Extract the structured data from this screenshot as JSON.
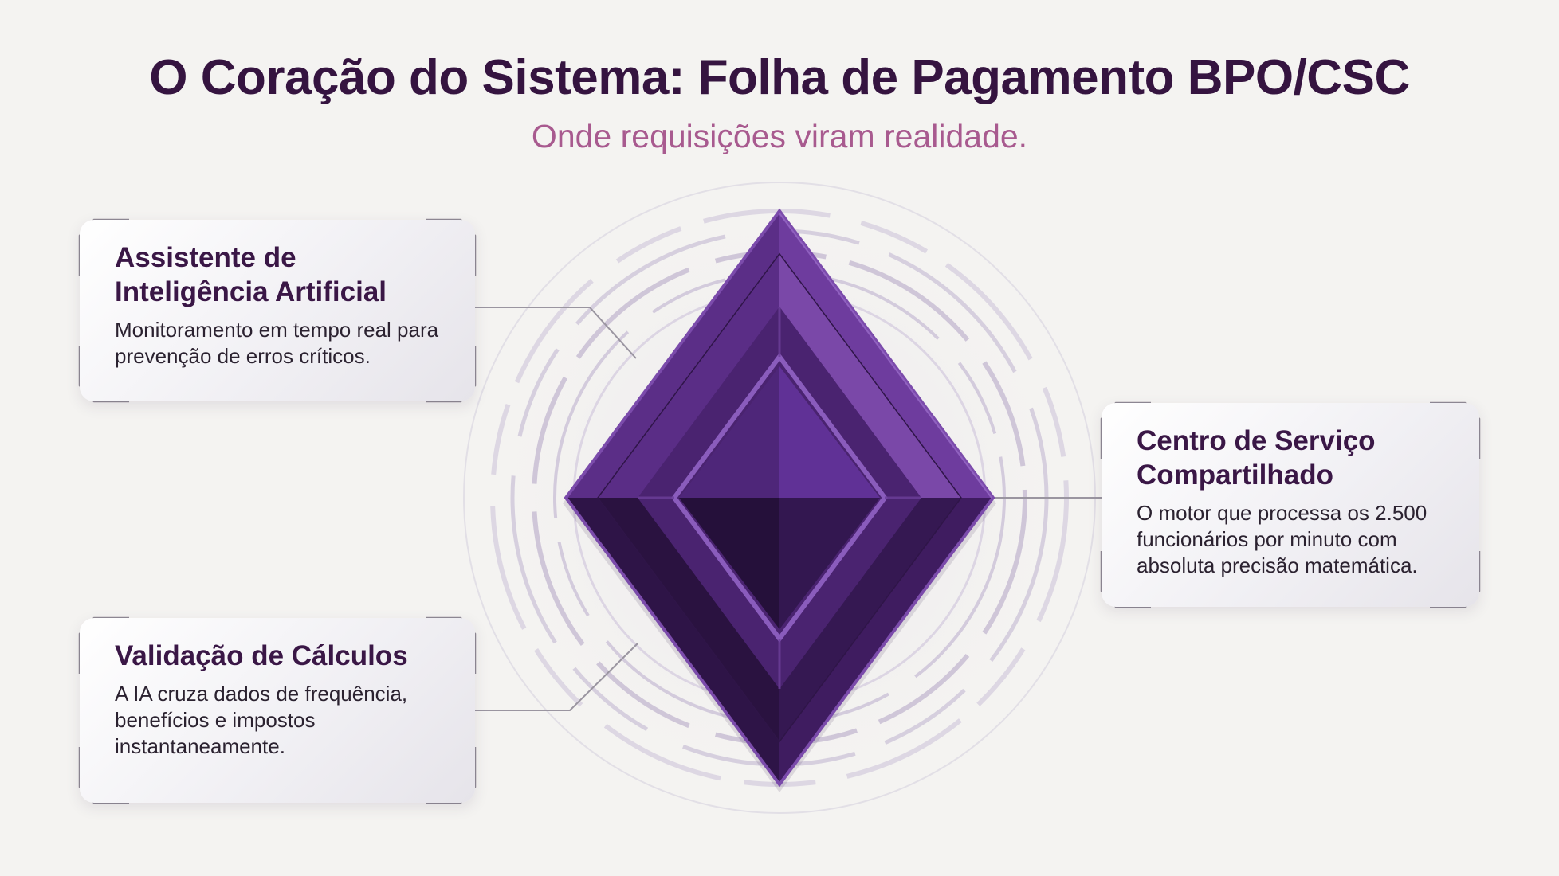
{
  "header": {
    "title": "O Coração do Sistema: Folha de Pagamento BPO/CSC",
    "subtitle": "Onde requisições viram realidade."
  },
  "cards": [
    {
      "title": "Assistente de Inteligência Artificial",
      "description": "Monitoramento em tempo real para prevenção de erros críticos."
    },
    {
      "title": "Centro de Serviço Compartilhado",
      "description": "O motor que processa os 2.500 funcionários por minuto com absoluta precisão matemática."
    },
    {
      "title": "Validação de Cálculos",
      "description": "A IA cruza dados de frequência, benefícios e impostos instantaneamente."
    }
  ],
  "colors": {
    "background": "#f4f3f1",
    "title": "#351440",
    "subtitle": "#a85a8f",
    "gem_dark": "#2a1240",
    "gem_mid": "#4a2370",
    "gem_light": "#6a3a96",
    "connector": "#9a95a0",
    "frame": "#8f8a94"
  },
  "icons": {
    "center": "purple-diamond-gem-icon"
  }
}
